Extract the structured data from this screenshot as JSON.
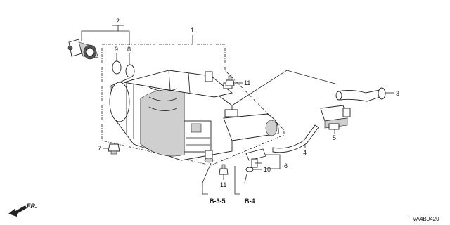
{
  "diagram": {
    "callouts": {
      "c1": "1",
      "c2": "2",
      "c3": "3",
      "c4": "4",
      "c5": "5",
      "c6": "6",
      "c7": "7",
      "c8": "8",
      "c9": "9",
      "c10": "10",
      "c11a": "11",
      "c11b": "11"
    },
    "references": {
      "b35": "B-3-5",
      "b4": "B-4"
    },
    "front_marker": "FR.",
    "diagram_code": "TVA4B0420"
  }
}
